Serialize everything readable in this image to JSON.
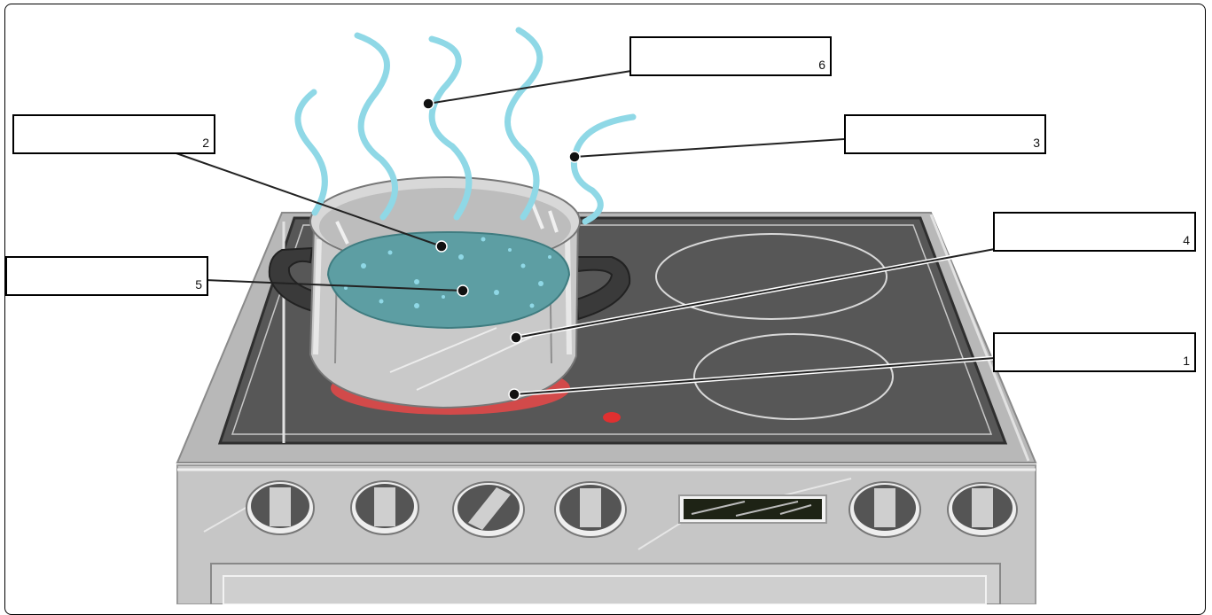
{
  "diagram": {
    "labels": [
      {
        "id": "label-1",
        "number": "1",
        "text": ""
      },
      {
        "id": "label-2",
        "number": "2",
        "text": ""
      },
      {
        "id": "label-3",
        "number": "3",
        "text": ""
      },
      {
        "id": "label-4",
        "number": "4",
        "text": ""
      },
      {
        "id": "label-5",
        "number": "5",
        "text": ""
      },
      {
        "id": "label-6",
        "number": "6",
        "text": ""
      }
    ]
  },
  "colors": {
    "steam": "#8fd8e6",
    "water": "#5d9ea3",
    "cooktop": "#5a5a5a",
    "stove_body": "#c8c8c8",
    "pot": "#c9c9c9",
    "heat_glow": "#d24a4a"
  },
  "icons": {
    "pot": "pot-icon",
    "stove": "stove-icon",
    "steam": "steam-icon"
  }
}
